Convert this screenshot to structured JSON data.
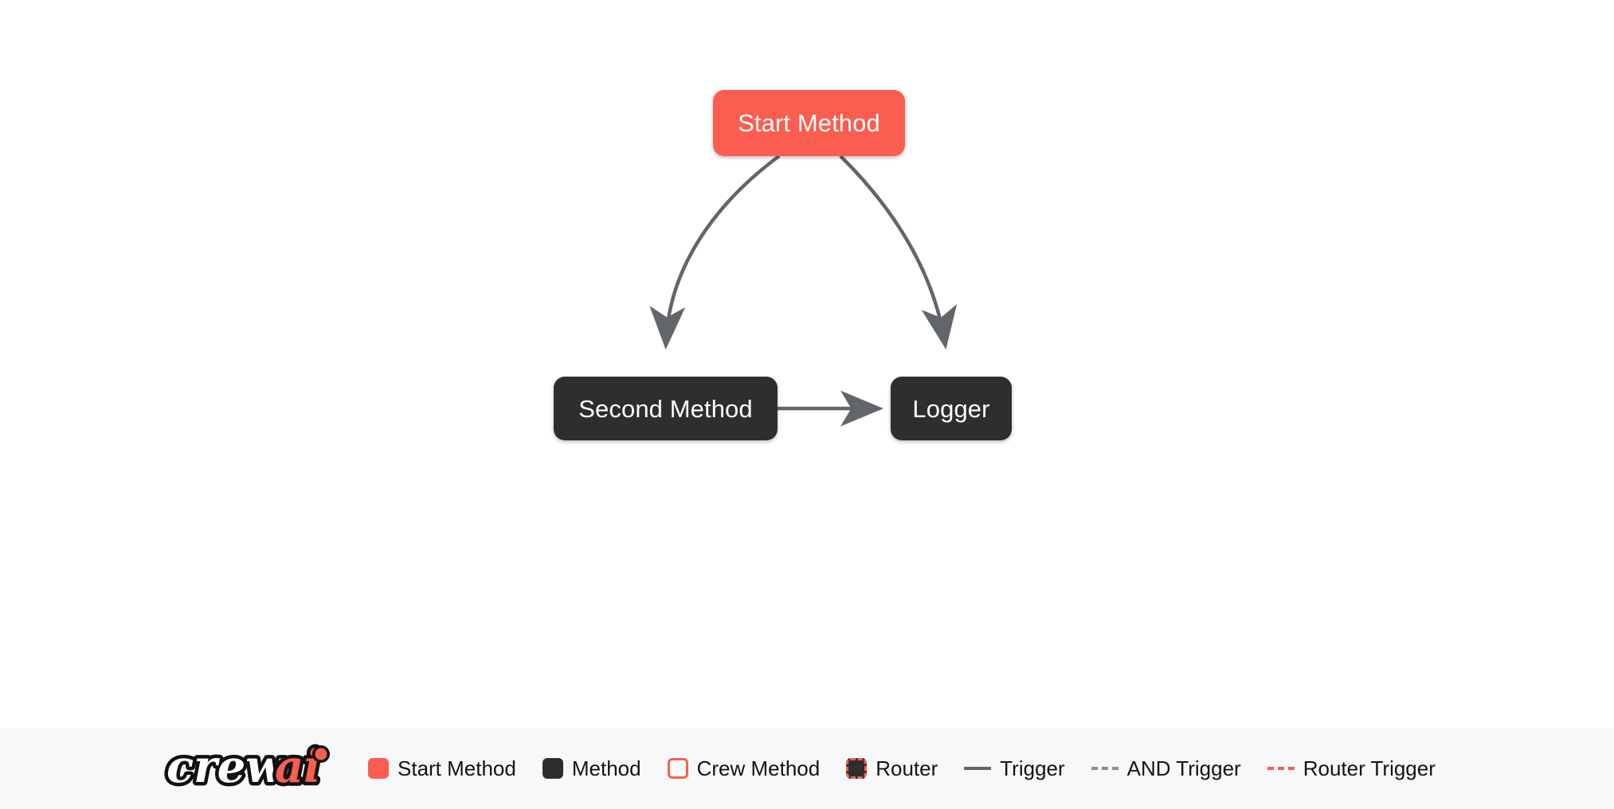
{
  "canvas": {
    "background": "#ffffff",
    "nodes": [
      {
        "id": "start-method",
        "label": "Start Method",
        "type": "start",
        "color": "#fb5d50"
      },
      {
        "id": "second-method",
        "label": "Second Method",
        "type": "method",
        "color": "#2e2e2e"
      },
      {
        "id": "logger",
        "label": "Logger",
        "type": "method",
        "color": "#2e2e2e"
      }
    ],
    "edges": [
      {
        "from": "start-method",
        "to": "second-method",
        "style": "trigger",
        "color": "#62666b"
      },
      {
        "from": "start-method",
        "to": "logger",
        "style": "trigger",
        "color": "#62666b"
      },
      {
        "from": "second-method",
        "to": "logger",
        "style": "trigger",
        "color": "#62666b"
      }
    ]
  },
  "legend": {
    "background": "#f7f8fa",
    "logo": {
      "word_primary": "crew",
      "word_accent": "ai",
      "accent_color": "#fb5d50"
    },
    "items": [
      {
        "label": "Start Method",
        "marker": "swatch-start-icon",
        "marker_type": "swatch",
        "color": "#fb5d50"
      },
      {
        "label": "Method",
        "marker": "swatch-method-icon",
        "marker_type": "swatch",
        "color": "#2e2e2e"
      },
      {
        "label": "Crew Method",
        "marker": "swatch-crew-icon",
        "marker_type": "swatch",
        "color": "#fb5d50"
      },
      {
        "label": "Router",
        "marker": "swatch-router-icon",
        "marker_type": "swatch",
        "color": "#fb5d50"
      },
      {
        "label": "Trigger",
        "marker": "line-solid-gray-icon",
        "marker_type": "line",
        "color": "#62666b"
      },
      {
        "label": "AND Trigger",
        "marker": "line-dashed-gray-icon",
        "marker_type": "line",
        "color": "#8b9096"
      },
      {
        "label": "Router Trigger",
        "marker": "line-dashed-red-icon",
        "marker_type": "line",
        "color": "#fb5d50"
      }
    ]
  }
}
